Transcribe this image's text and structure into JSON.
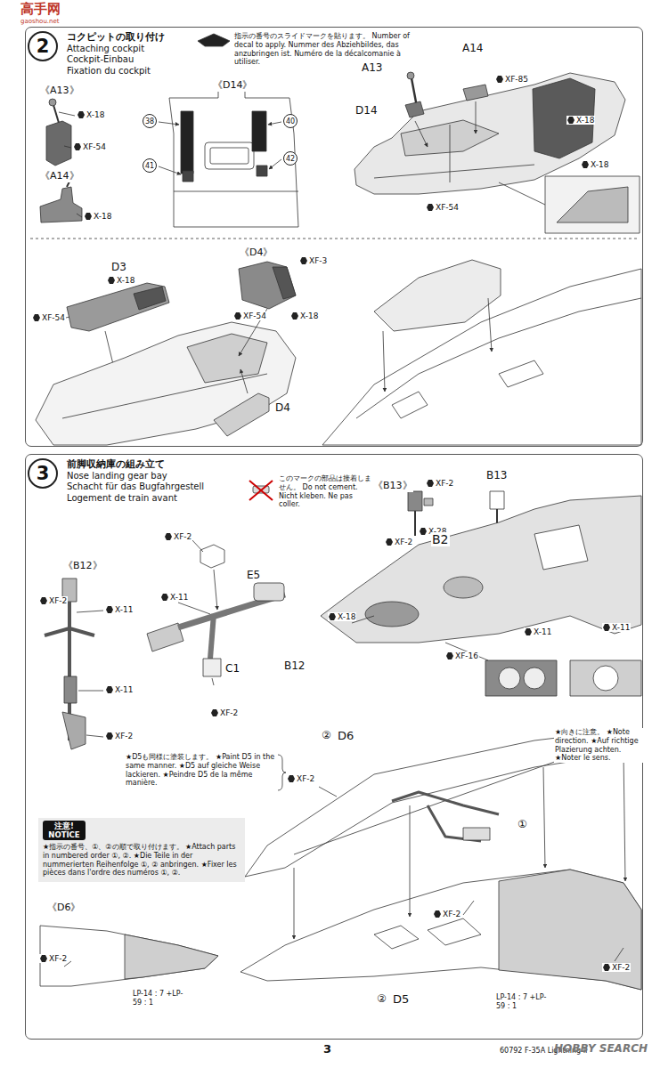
{
  "diagram": {
    "nodes": [
      {
        "text": [
          "コクピットの取り付け",
          "Attaching cockpit",
          "Cockpit-Einbau",
          "Fixation du cockpit"
        ]
      },
      {
        "text": [
          "2"
        ],
        "in": 0
      },
      {
        "text": [
          "前脚収納庫の組み立て",
          "Nose landing gear bay",
          "Schacht für das Bugfahrgestell",
          "Logement de train avant"
        ]
      },
      {
        "text": [
          "3"
        ],
        "in": 2
      },
      {
        "text": [
          "注意! NOTICE",
          "★指示の番号、①、②の順で取り付けます。 ★Attach parts in numbered order ①, ②. ★Die Teile in der nummerierten Reihenfolge ①, ② anbringen. ★Fixer les pièces dans l'ordre des numéros ①, ②."
        ],
        "in": 2
      }
    ],
    "labels": [
      "高手网",
      "gaoshou.net",
      "指示の番号のスライドマークを貼ります。 Number of decal to apply. Nummer des Abziehbildes, das anzubringen ist. Numéro de la décalcomanie à utiliser.",
      "《A13》",
      "X-18",
      "XF-54",
      "《A14》",
      "X-18",
      "《D14》",
      "38",
      "40",
      "41",
      "42",
      "A13",
      "A14",
      "XF-85",
      "D14",
      "X-18",
      "XF-54",
      "X-18",
      "《D4》",
      "XF-3",
      "XF-54",
      "X-18",
      "D3",
      "X-18",
      "XF-54",
      "D4",
      "このマークの部品は接着しません。 Do not cement. Nicht kleben. Ne pas coller.",
      "《B13》",
      "XF-2",
      "X-28",
      "B13",
      "XF-2",
      "B2",
      "X-18",
      "XF-16",
      "X-11",
      "X-11",
      "《B12》",
      "XF-2",
      "X-11",
      "X-11",
      "XF-2",
      "XF-2",
      "E5",
      "X-11",
      "B12",
      "C1",
      "XF-2",
      "★向きに注意。 ★Note direction. ★Auf richtige Plazierung achten. ★Noter le sens.",
      "★D5も同様に塗装します。 ★Paint D5 in the same manner. ★D5 auf gleiche Weise lackieren. ★Peindre D5 de la même manière.",
      "XF-2",
      "②",
      "D6",
      "①",
      "XF-2",
      "XF-2",
      "②",
      "D5",
      "LP-14 : 7 +LP-59 : 1",
      "《D6》",
      "XF-2",
      "LP-14 : 7 +LP-59 : 1",
      "3",
      "60792 F-35A Lightning II",
      "HOBBY SEARCH"
    ]
  }
}
